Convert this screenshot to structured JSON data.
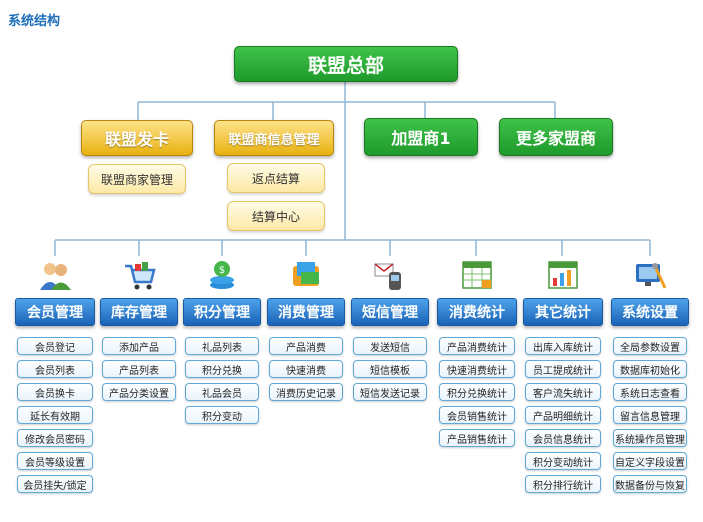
{
  "title": "系统结构",
  "root": "联盟总部",
  "level1": [
    "联盟发卡",
    "联盟商信息管理",
    "加盟商1",
    "更多家盟商"
  ],
  "sub": {
    "card": [
      "联盟商家管理"
    ],
    "info": [
      "返点结算",
      "结算中心"
    ]
  },
  "modules": [
    {
      "label": "会员管理",
      "icon": "member-icon",
      "items": [
        "会员登记",
        "会员列表",
        "会员换卡",
        "延长有效期",
        "修改会员密码",
        "会员等级设置",
        "会员挂失/锁定"
      ]
    },
    {
      "label": "库存管理",
      "icon": "shopping-cart-icon",
      "items": [
        "添加产品",
        "产品列表",
        "产品分类设置"
      ]
    },
    {
      "label": "积分管理",
      "icon": "points-icon",
      "items": [
        "礼品列表",
        "积分兑换",
        "礼品会员",
        "积分变动"
      ]
    },
    {
      "label": "消费管理",
      "icon": "wallet-icon",
      "items": [
        "产品消费",
        "快速消费",
        "消费历史记录"
      ]
    },
    {
      "label": "短信管理",
      "icon": "message-icon",
      "items": [
        "发送短信",
        "短信模板",
        "短信发送记录"
      ]
    },
    {
      "label": "消费统计",
      "icon": "spreadsheet-icon",
      "items": [
        "产品消费统计",
        "快速消费统计",
        "积分兑换统计",
        "会员销售统计",
        "产品销售统计"
      ]
    },
    {
      "label": "其它统计",
      "icon": "report-icon",
      "items": [
        "出库入库统计",
        "员工提成统计",
        "客户流失统计",
        "产品明细统计",
        "会员信息统计",
        "积分变动统计",
        "积分排行统计"
      ]
    },
    {
      "label": "系统设置",
      "icon": "settings-icon",
      "items": [
        "全局参数设置",
        "数据库初始化",
        "系统日志查看",
        "留言信息管理",
        "系统操作员管理",
        "自定义字段设置",
        "数据备份与恢复"
      ]
    }
  ],
  "colors": {
    "title": "#1f6fb8",
    "green": "#2aa836",
    "gold": "#e7b10f",
    "blue": "#1a63b8",
    "line": "#8fb8d8"
  }
}
